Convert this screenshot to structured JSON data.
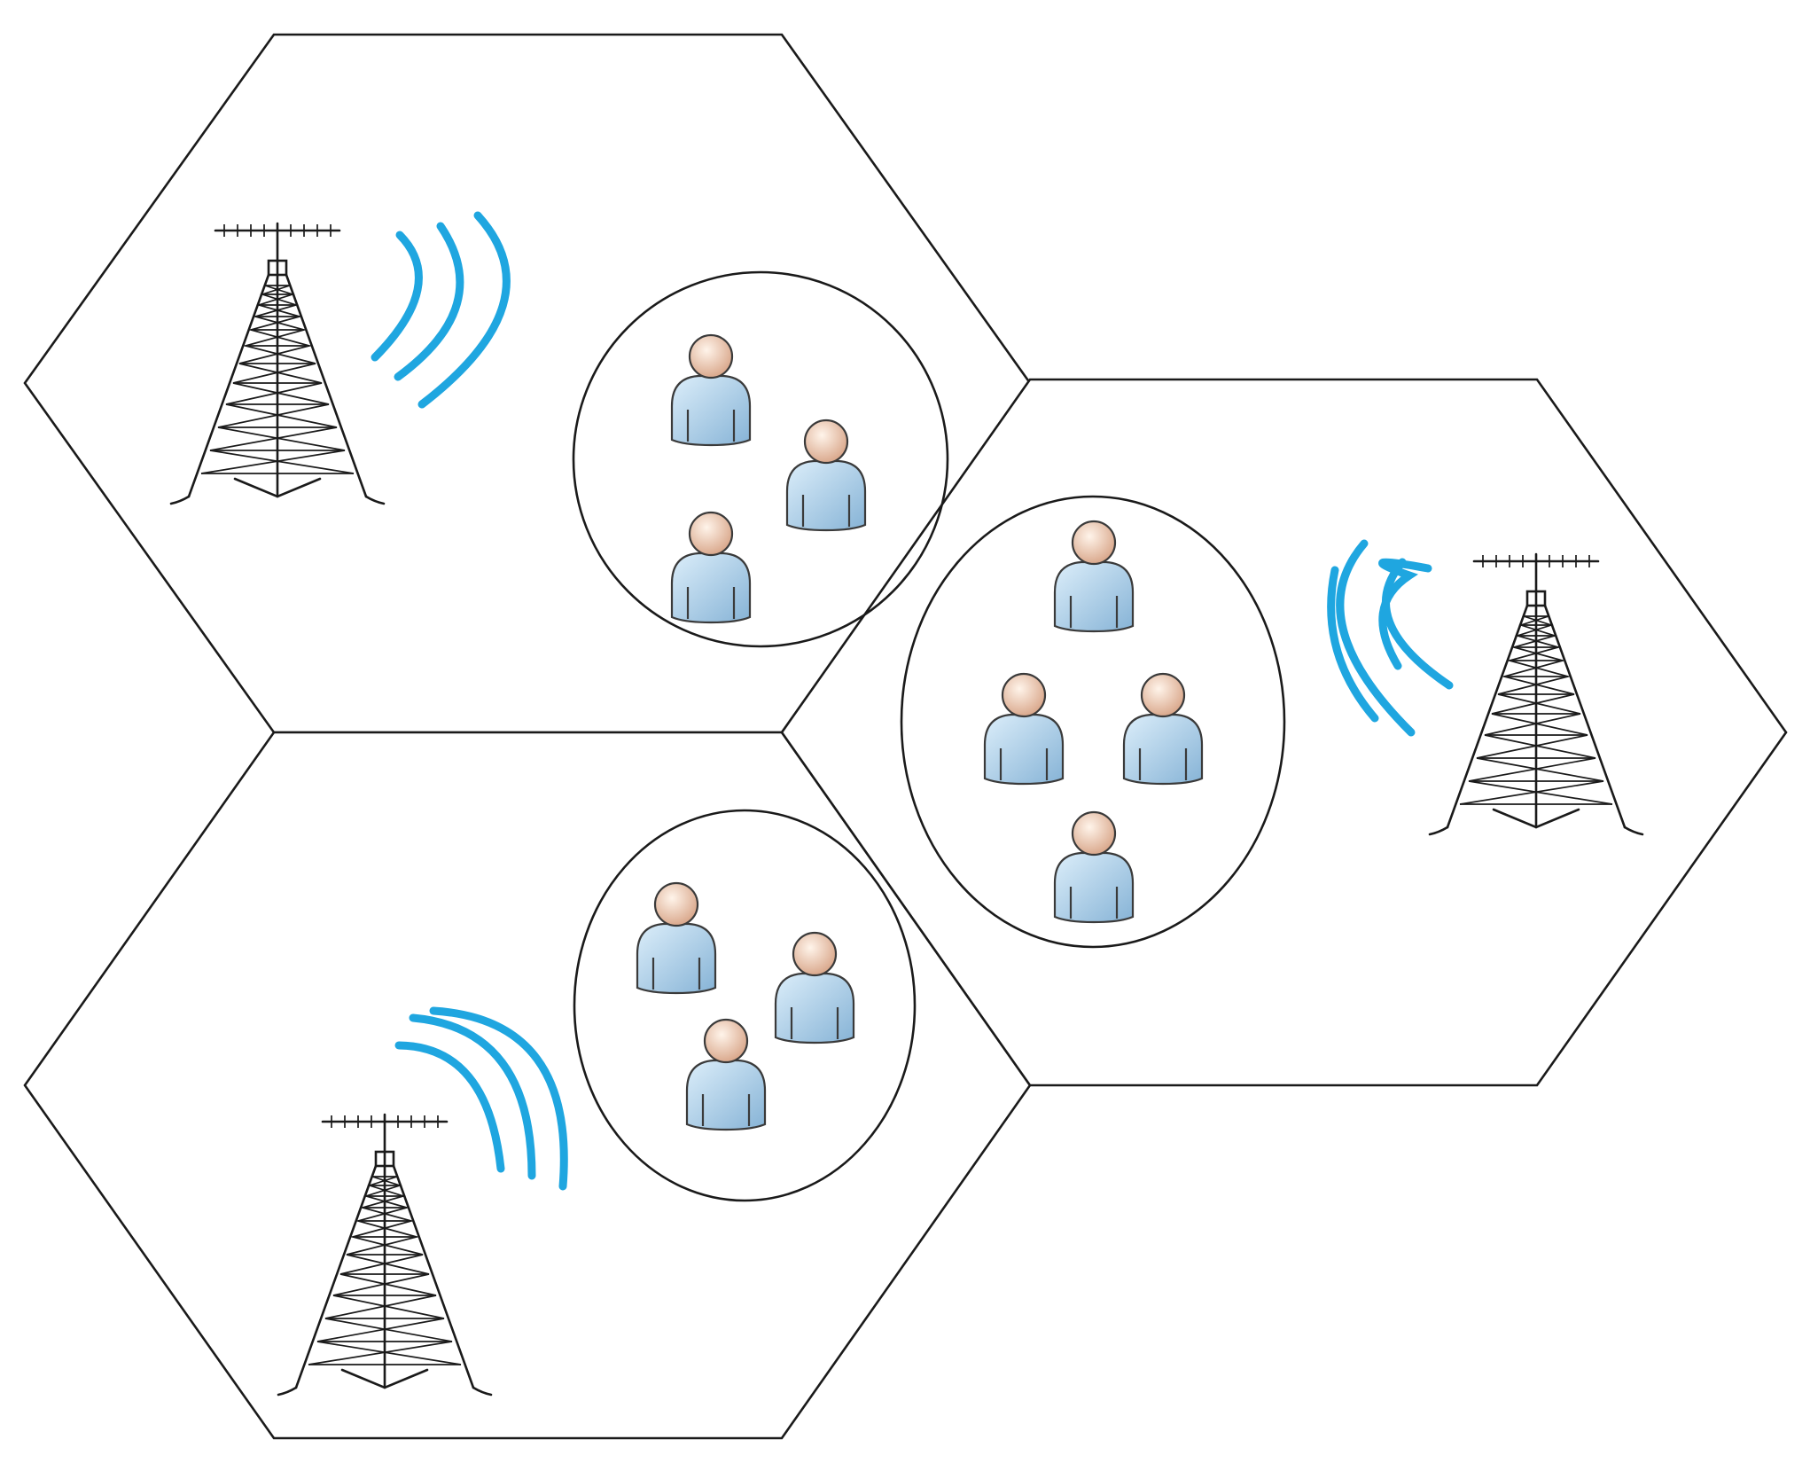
{
  "colors": {
    "background": "#ffffff",
    "outline": "#1a1a1a",
    "signal_wave": "#1fa6e0",
    "user_body_light": "#cde4f4",
    "user_body_dark": "#8db8d8",
    "user_head_light": "#fbe6d6",
    "user_head_dark": "#d9a78a"
  },
  "icons": {
    "tower": "cell-tower-icon",
    "signal": "signal-waves-icon",
    "user": "user-icon"
  },
  "cells": [
    {
      "name": "cell-top-left",
      "users_in_group": 3,
      "signal_direction": "right"
    },
    {
      "name": "cell-right",
      "users_in_group": 4,
      "signal_direction": "left"
    },
    {
      "name": "cell-bottom-left",
      "users_in_group": 3,
      "signal_direction": "up-right"
    }
  ]
}
